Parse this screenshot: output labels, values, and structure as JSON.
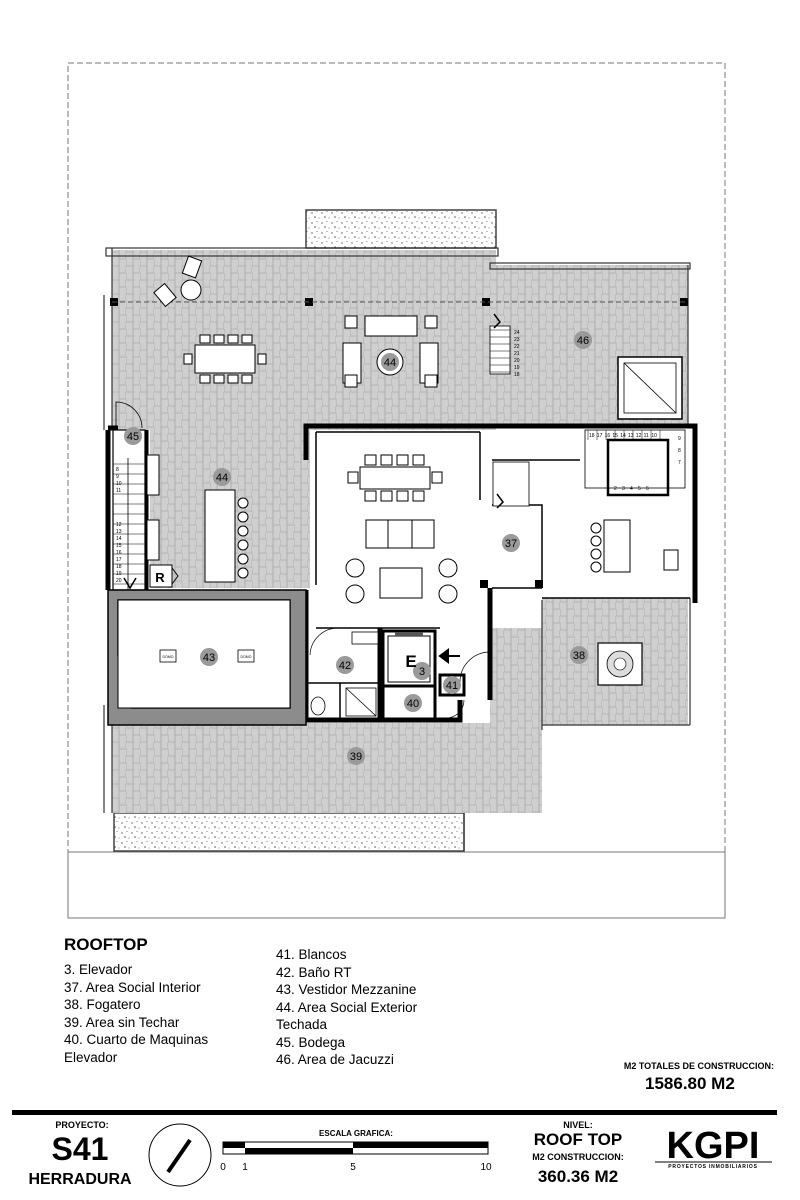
{
  "plan": {
    "room_markers": [
      {
        "id": "44",
        "label": "44"
      },
      {
        "id": "44b",
        "label": "44"
      },
      {
        "id": "45",
        "label": "45"
      },
      {
        "id": "46",
        "label": "46"
      },
      {
        "id": "37",
        "label": "37"
      },
      {
        "id": "43",
        "label": "43"
      },
      {
        "id": "42",
        "label": "42"
      },
      {
        "id": "3",
        "label": "3"
      },
      {
        "id": "41",
        "label": "41"
      },
      {
        "id": "40",
        "label": "40"
      },
      {
        "id": "38",
        "label": "38"
      },
      {
        "id": "39",
        "label": "39"
      }
    ],
    "elevator_letter": "E",
    "r_letter": "R",
    "domo_label": "DOMO",
    "stair_left_upper": [
      "8",
      "9",
      "10",
      "11"
    ],
    "stair_left_lower": [
      "12",
      "13",
      "14",
      "15",
      "16",
      "17",
      "18",
      "19",
      "20"
    ],
    "stair_top_right": [
      "24",
      "23",
      "22",
      "21",
      "20",
      "19",
      "18"
    ],
    "stair_center_vertical": [
      "19",
      "20",
      "21",
      "22",
      "23",
      "24"
    ],
    "stair_center_top": [
      "18",
      "17",
      "16",
      "15",
      "14",
      "13",
      "12",
      "11",
      "10"
    ],
    "stair_center_bottom": [
      "2",
      "3",
      "4",
      "5",
      "6"
    ],
    "stair_center_right": [
      "9",
      "8",
      "7"
    ]
  },
  "legend": {
    "title": "ROOFTOP",
    "col1": [
      "3.    Elevador",
      "37. Area Social Interior",
      "38. Fogatero",
      "39. Area sin Techar",
      "40. Cuarto de Maquinas",
      "Elevador"
    ],
    "col2": [
      "41. Blancos",
      "42. Baño RT",
      "43. Vestidor Mezzanine",
      "44. Area Social Exterior",
      "Techada",
      "45. Bodega",
      "46. Area de Jacuzzi"
    ]
  },
  "totals": {
    "label": "M2 TOTALES DE CONSTRUCCION:",
    "value": "1586.80 M2"
  },
  "title_block": {
    "proyecto_label": "PROYECTO:",
    "proyecto_code": "S41",
    "proyecto_name": "HERRADURA",
    "scale_title": "ESCALA GRAFICA:",
    "scale_ticks": [
      "0",
      "1",
      "5",
      "10"
    ],
    "nivel_label": "NIVEL:",
    "nivel_value": "ROOF TOP",
    "m2_label": "M2 CONSTRUCCION:",
    "m2_value": "360.36 M2",
    "logo": "KGPI",
    "logo_sub": "PROYECTOS INMOBILIARIOS"
  }
}
